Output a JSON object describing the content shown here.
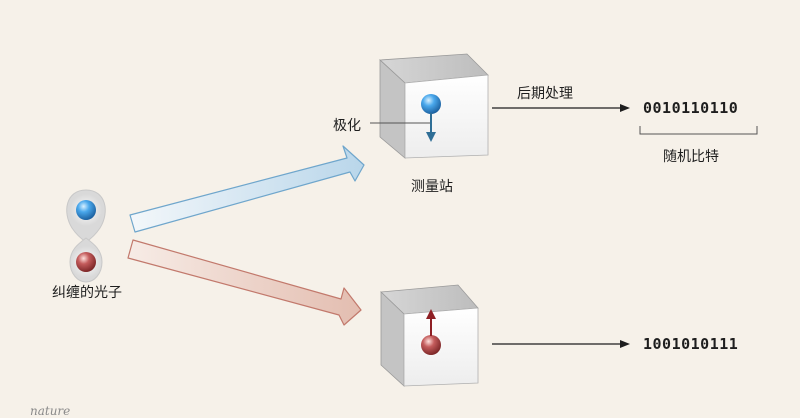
{
  "labels": {
    "entangled_photons": "纠缠的光子",
    "polarization": "极化",
    "measurement_station": "测量站",
    "post_processing": "后期处理",
    "random_bits": "随机比特"
  },
  "outputs": {
    "top_bits": "0010110110",
    "bottom_bits": "1001010111"
  },
  "credit": "nature",
  "colors": {
    "background": "#f6f1e9",
    "blue_photon": "#3a8fd6",
    "red_photon": "#b8484a",
    "blue_beam": "#cfe3f0",
    "red_beam": "#ecd3c8"
  },
  "icons": {
    "photon_pair": "entangled-photons-icon",
    "cube": "measurement-cube-icon"
  }
}
